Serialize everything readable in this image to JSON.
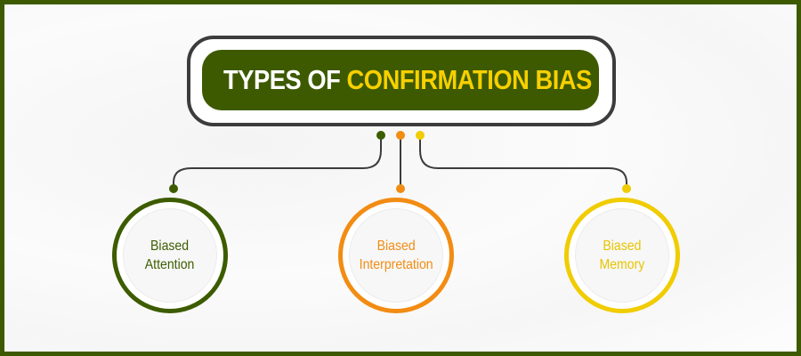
{
  "title": {
    "part1": "TYPES OF ",
    "part2": "CONFIRMATION BIAS"
  },
  "colors": {
    "frame": "#3d5a00",
    "green": "#3d5c00",
    "orange": "#f28c13",
    "yellow": "#f0cc00",
    "connector": "#3c3c3c"
  },
  "nodes": [
    {
      "line1": "Biased",
      "line2": "Attention",
      "color": "#3d5c00"
    },
    {
      "line1": "Biased",
      "line2": "Interpretation",
      "color": "#f28c13"
    },
    {
      "line1": "Biased",
      "line2": "Memory",
      "color": "#f0cc00"
    }
  ]
}
